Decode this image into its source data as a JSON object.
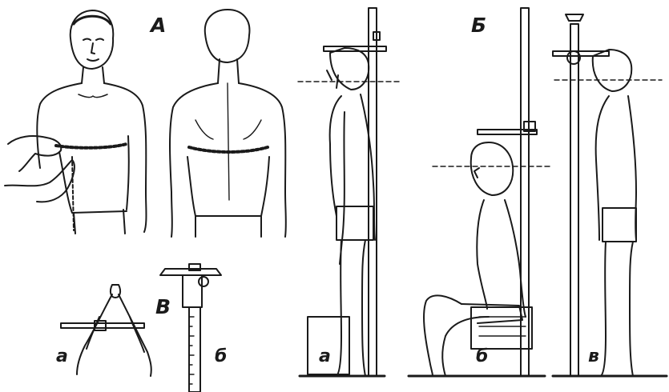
{
  "labels": {
    "section_a": "А",
    "section_b": "Б",
    "section_v": "В",
    "caliper_a": "а",
    "caliper_b": "б",
    "stand_a": "а",
    "seated_b": "б",
    "stand_v": "в"
  },
  "colors": {
    "ink": "#1a1a1a",
    "paper": "#ffffff"
  }
}
